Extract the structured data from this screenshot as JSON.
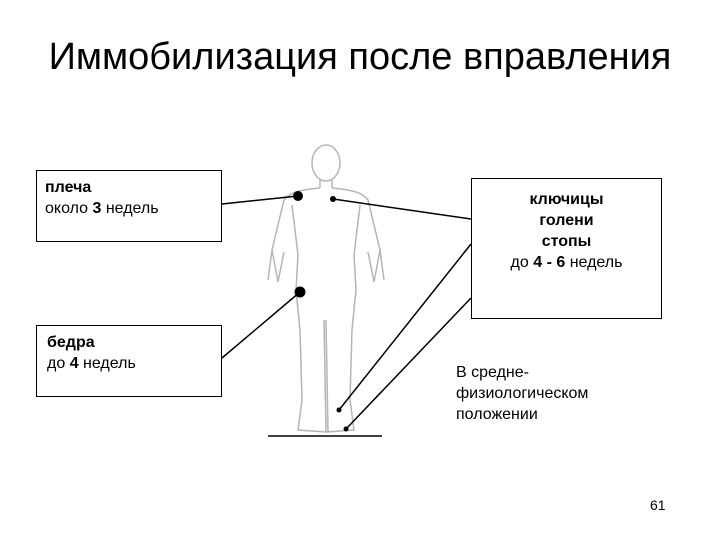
{
  "title": "Иммобилизация после вправления",
  "shoulder": {
    "line1": "плеча",
    "line2_prefix": "около ",
    "line2_num": "3",
    "line2_suffix": " недель"
  },
  "thigh": {
    "line1": "бедра",
    "line2_prefix": "до ",
    "line2_num": "4",
    "line2_suffix": " недель"
  },
  "right_box": {
    "line1": "ключицы",
    "line2": "голени",
    "line3": "стопы",
    "line4_prefix": "до ",
    "line4_num": "4 - 6",
    "line4_suffix": " недель"
  },
  "note": {
    "line1": "В средне-",
    "line2": "физиологическом",
    "line3": "положении"
  },
  "page_number": "61"
}
